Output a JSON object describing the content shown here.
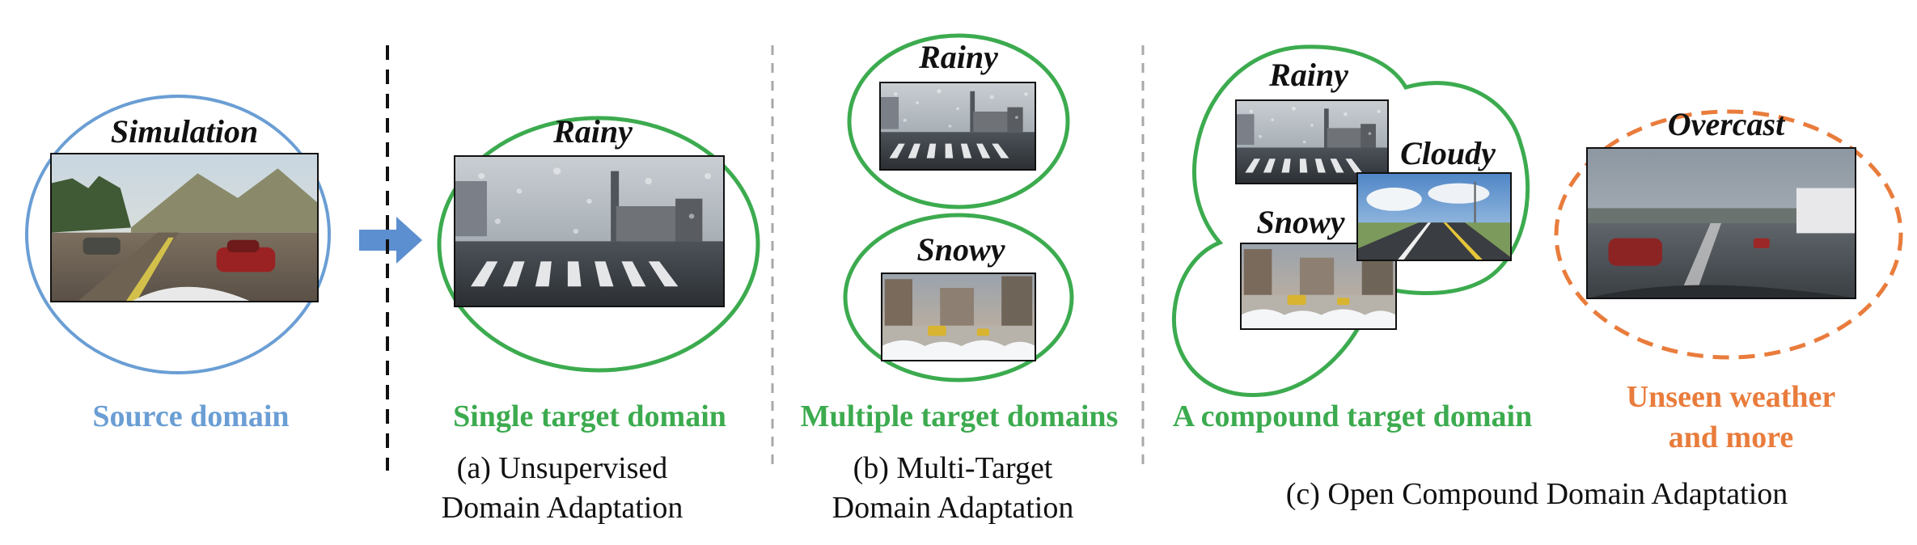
{
  "colors": {
    "source_blue": "#6a9ed4",
    "target_green": "#3cab4f",
    "unseen_orange": "#e97c3c",
    "arrow_blue": "#5b8fcf",
    "divider_dark": "#111111",
    "divider_gray": "#a8a8a8"
  },
  "source": {
    "image_title": "Simulation",
    "label": "Source domain"
  },
  "panel_a": {
    "image_title": "Rainy",
    "label": "Single target domain",
    "caption_line1": "(a) Unsupervised",
    "caption_line2": "Domain Adaptation"
  },
  "panel_b": {
    "image_title_top": "Rainy",
    "image_title_bottom": "Snowy",
    "label": "Multiple target domains",
    "caption_line1": "(b) Multi-Target",
    "caption_line2": "Domain Adaptation"
  },
  "panel_c": {
    "image_title_rainy": "Rainy",
    "image_title_cloudy": "Cloudy",
    "image_title_snowy": "Snowy",
    "label": "A compound target domain",
    "unseen_image_title": "Overcast",
    "unseen_label_line1": "Unseen weather",
    "unseen_label_line2": "and more",
    "caption": "(c) Open Compound Domain Adaptation"
  }
}
